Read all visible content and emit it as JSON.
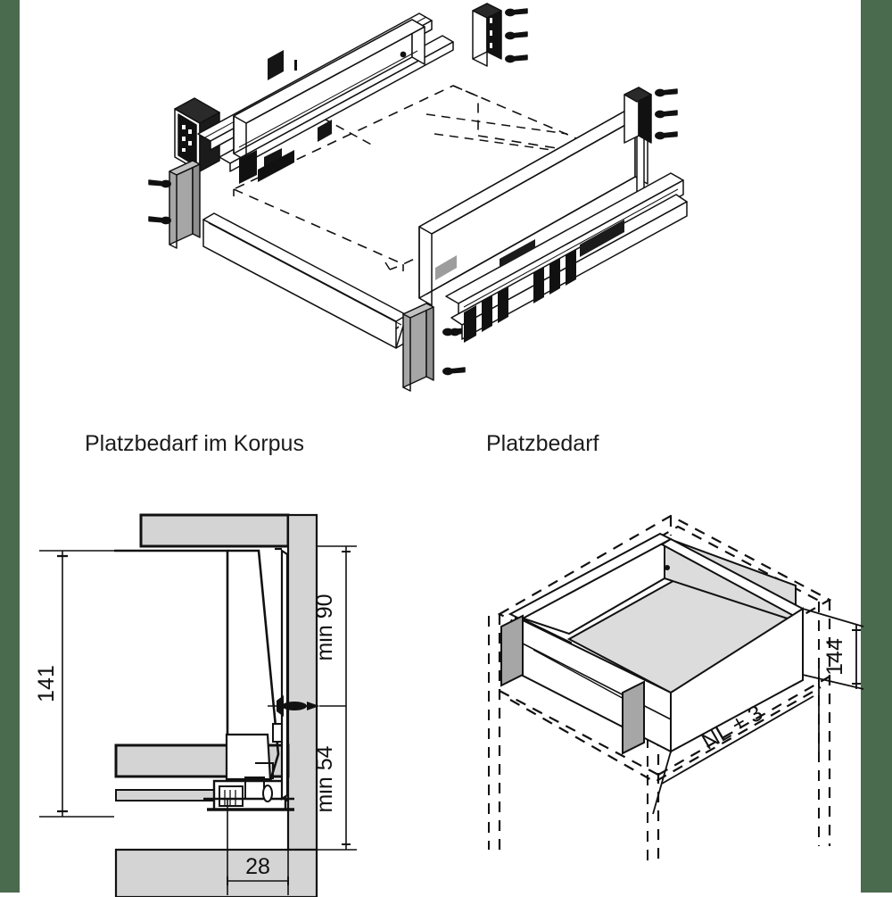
{
  "page": {
    "background_color": "#ffffff",
    "edge_strip_color": "#4a6b4d",
    "line_color": "#111111",
    "panel_gray": "#d4d4d4",
    "bracket_gray": "#a6a6a6",
    "bracket_gray_dark": "#8f8f8f",
    "drawer_base_gray": "#dcdcdc"
  },
  "sections": {
    "exploded_view": {
      "name": "exploded-assembly-drawing",
      "description": "Exploded isometric view of drawer runner system"
    },
    "korpus": {
      "title": "Platzbedarf im Korpus",
      "dimensions": {
        "height_total": "141",
        "min_upper": "min 90",
        "min_lower": "min 54",
        "depth_front": "28"
      }
    },
    "platzbedarf": {
      "title": "Platzbedarf",
      "dimensions": {
        "height": "144",
        "length": "NL + 3"
      }
    }
  },
  "icons": {
    "screw": "screw-icon",
    "bracket": "bracket-icon",
    "rail": "rail-icon"
  }
}
